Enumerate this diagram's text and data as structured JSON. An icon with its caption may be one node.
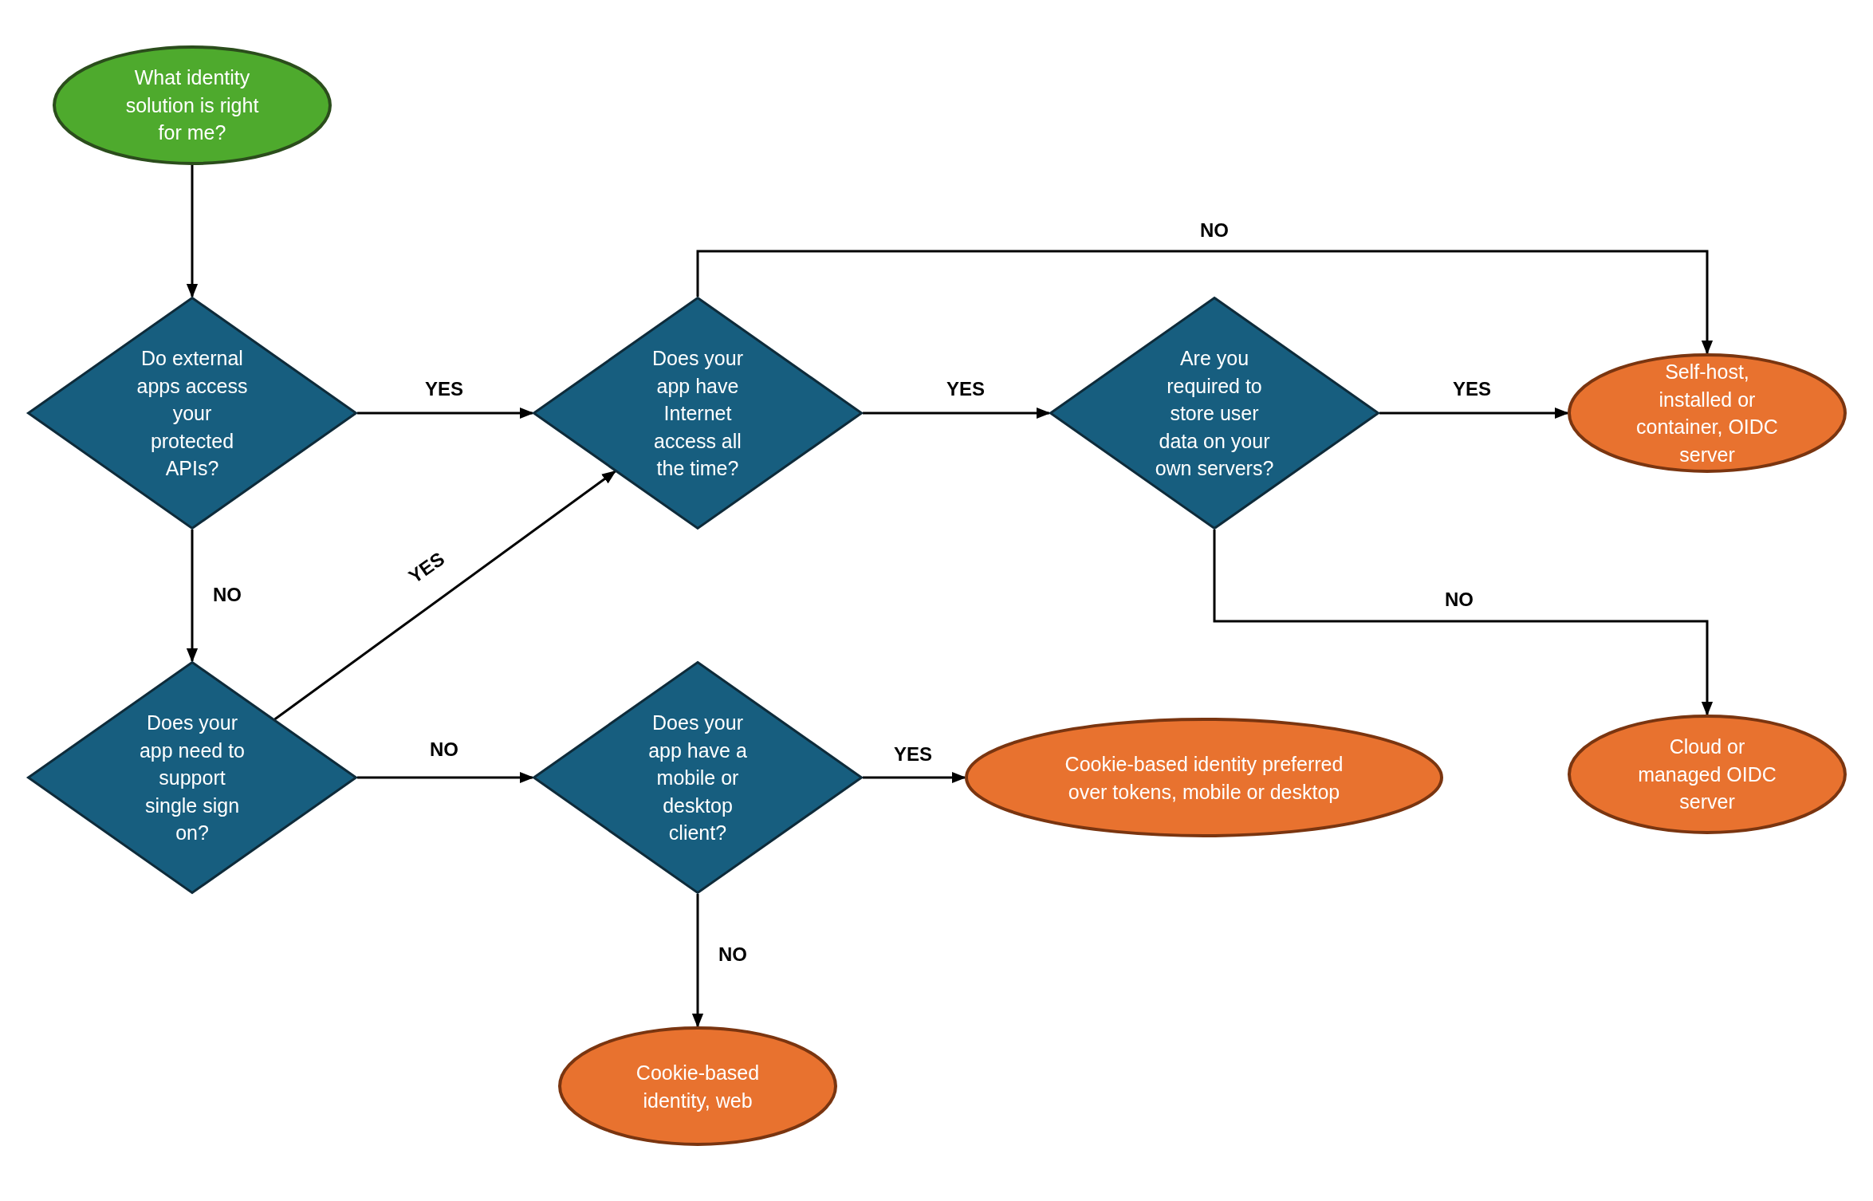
{
  "diagram": {
    "nodes": [
      {
        "text": [
          "What identity solution is right for me?"
        ]
      },
      {
        "text": [
          "Do external apps access your protected APIs?"
        ]
      },
      {
        "text": [
          "Does your app have Internet access all the time?"
        ]
      },
      {
        "text": [
          "Are you required to store user data on your own servers?"
        ]
      },
      {
        "text": [
          "Self-host, installed or container, OIDC server"
        ]
      },
      {
        "text": [
          "Does your app need to support single sign on?"
        ]
      },
      {
        "text": [
          "Does your app have a mobile or desktop client?"
        ]
      },
      {
        "text": [
          "Cookie-based identity preferred over tokens, mobile or desktop"
        ]
      },
      {
        "text": [
          "Cloud or managed OIDC server"
        ]
      },
      {
        "text": [
          "Cookie-based identity, web"
        ]
      }
    ],
    "edges": [
      {
        "from": 0,
        "to": 1,
        "arrow": "to"
      },
      {
        "from": 1,
        "to": 2,
        "arrow": "to",
        "label": "YES"
      },
      {
        "from": 1,
        "to": 5,
        "arrow": "to",
        "label": "NO"
      },
      {
        "from": 5,
        "to": 2,
        "arrow": "to",
        "label": "YES"
      },
      {
        "from": 2,
        "to": 3,
        "arrow": "to",
        "label": "YES"
      },
      {
        "from": 2,
        "to": 4,
        "arrow": "to",
        "label": "NO"
      },
      {
        "from": 3,
        "to": 4,
        "arrow": "to",
        "label": "YES"
      },
      {
        "from": 3,
        "to": 8,
        "arrow": "to",
        "label": "NO"
      },
      {
        "from": 5,
        "to": 6,
        "arrow": "to",
        "label": "NO"
      },
      {
        "from": 6,
        "to": 7,
        "arrow": "to",
        "label": "YES"
      },
      {
        "from": 6,
        "to": 9,
        "arrow": "to",
        "label": "NO"
      }
    ]
  }
}
